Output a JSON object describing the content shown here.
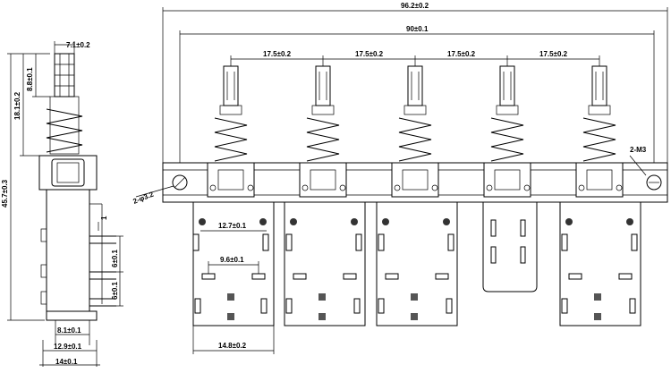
{
  "side_view": {
    "dims": {
      "top_width": "7.1±0.2",
      "total_height": "45.7±0.3",
      "upper_height": "18.1±0.2",
      "stem_height": "8.8±0.1",
      "pin_step": "1",
      "pin_gap_a": "6±0.1",
      "pin_gap_b": "6±0.1",
      "base_width_a": "8.1±0.1",
      "base_width_b": "12.9±0.1",
      "base_width_c": "14±0.1"
    }
  },
  "front_view": {
    "dims": {
      "overall_length": "96.2±0.2",
      "hole_spacing": "90±0.1",
      "pitch_1": "17.5±0.2",
      "pitch_2": "17.5±0.2",
      "pitch_3": "17.5±0.2",
      "pitch_4": "17.5±0.2",
      "left_hole": "2-φ3.2",
      "right_hole": "2-M3",
      "pin_row_spacing": "12.7±0.1",
      "pin_pair_spacing": "9.6±0.1",
      "module_width": "14.8±0.2"
    }
  }
}
